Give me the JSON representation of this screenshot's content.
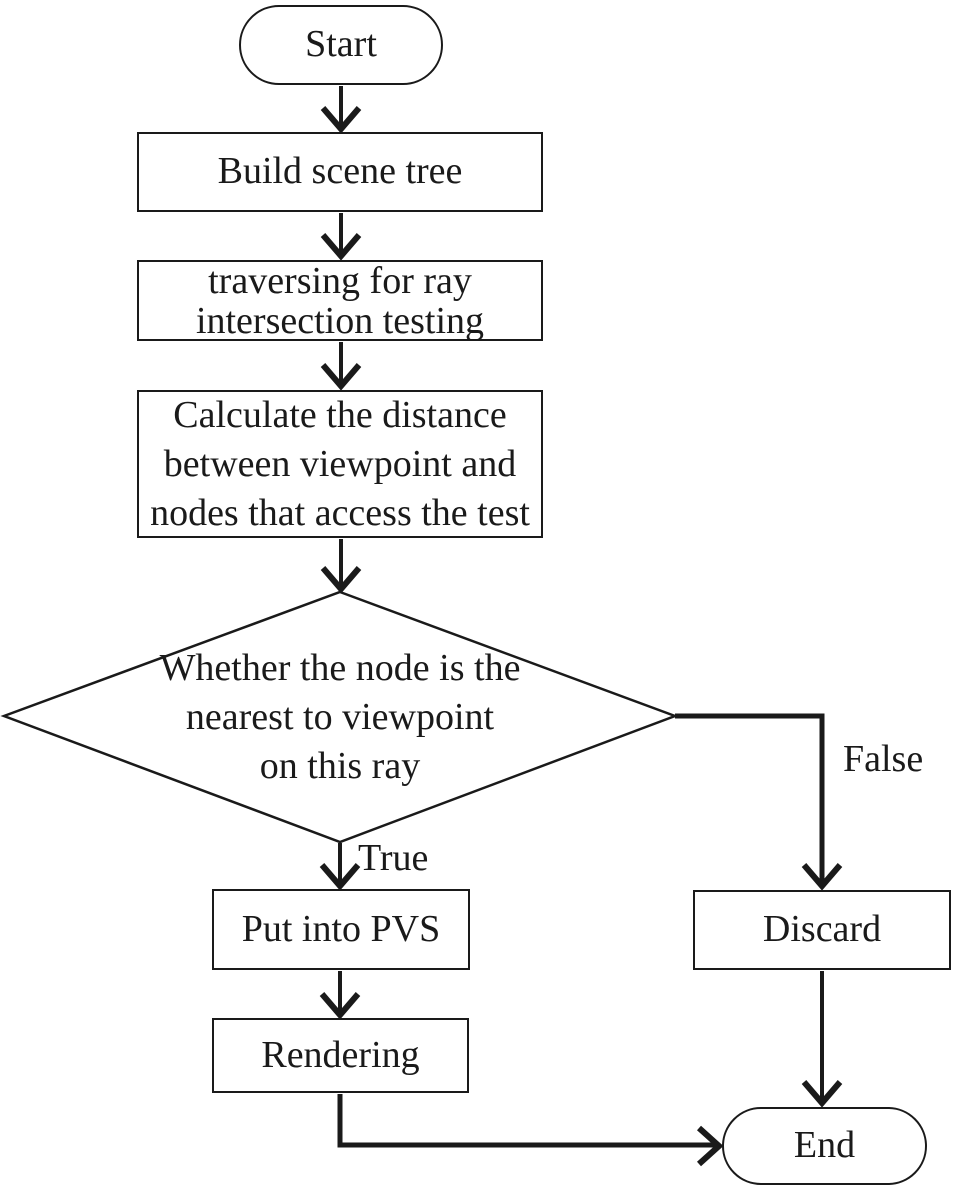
{
  "figure": {
    "type": "flowchart",
    "background": "#ffffff",
    "ink": "#1a1a1a"
  },
  "nodes": {
    "start": {
      "shape": "terminator",
      "label": "Start"
    },
    "build": {
      "shape": "process",
      "label": "Build scene tree"
    },
    "traverse": {
      "shape": "process",
      "label": "traversing for ray intersection testing",
      "lines": [
        "traversing for ray",
        "intersection testing"
      ]
    },
    "calculate": {
      "shape": "process",
      "label": "Calculate the distance between viewpoint and nodes that access the test",
      "lines": [
        "Calculate the distance",
        "between viewpoint and",
        "nodes that access the test"
      ]
    },
    "decision": {
      "shape": "decision",
      "label": "Whether the node is the nearest to viewpoint on this ray",
      "lines": [
        "Whether the node is the",
        "nearest to viewpoint",
        "on this ray"
      ]
    },
    "put_pvs": {
      "shape": "process",
      "label": "Put into PVS"
    },
    "discard": {
      "shape": "process",
      "label": "Discard"
    },
    "rendering": {
      "shape": "process",
      "label": "Rendering"
    },
    "end": {
      "shape": "terminator",
      "label": "End"
    }
  },
  "edges": [
    {
      "from": "start",
      "to": "build"
    },
    {
      "from": "build",
      "to": "traverse"
    },
    {
      "from": "traverse",
      "to": "calculate"
    },
    {
      "from": "calculate",
      "to": "decision"
    },
    {
      "from": "decision",
      "to": "put_pvs",
      "label": "True"
    },
    {
      "from": "decision",
      "to": "discard",
      "label": "False"
    },
    {
      "from": "put_pvs",
      "to": "rendering"
    },
    {
      "from": "rendering",
      "to": "end"
    },
    {
      "from": "discard",
      "to": "end"
    }
  ]
}
